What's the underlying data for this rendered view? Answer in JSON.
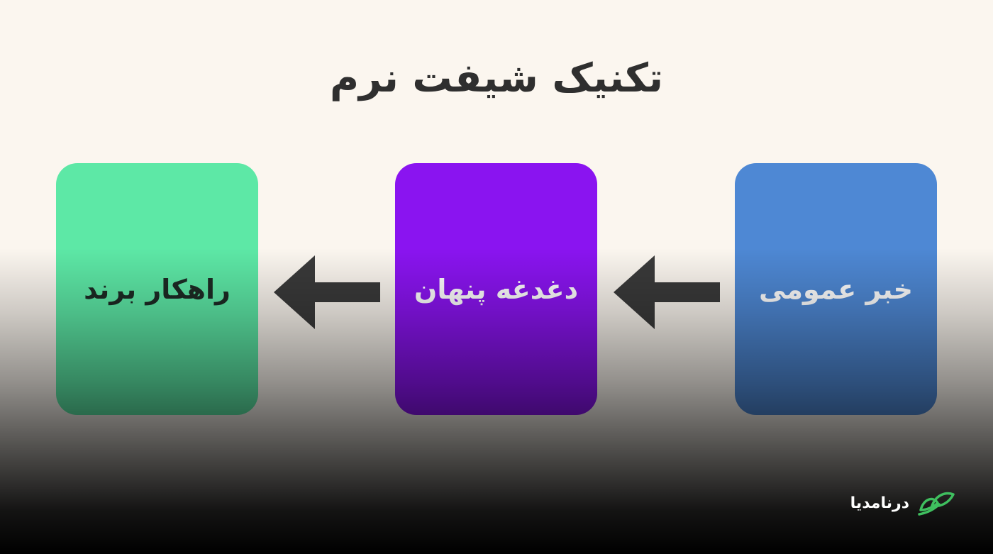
{
  "title": "تکنیک شیفت نرم",
  "steps": [
    {
      "label": "خبر عمومی",
      "color": "#4e88d4"
    },
    {
      "label": "دغدغه پنهان",
      "color": "#8a14f0"
    },
    {
      "label": "راهکار برند",
      "color": "#5de8a6"
    }
  ],
  "arrow_color": "#3a3a3a",
  "brand": {
    "name": "درنامدیا",
    "logo_icon": "leaf-bird-logo-icon",
    "color": "#3fbf5f"
  }
}
